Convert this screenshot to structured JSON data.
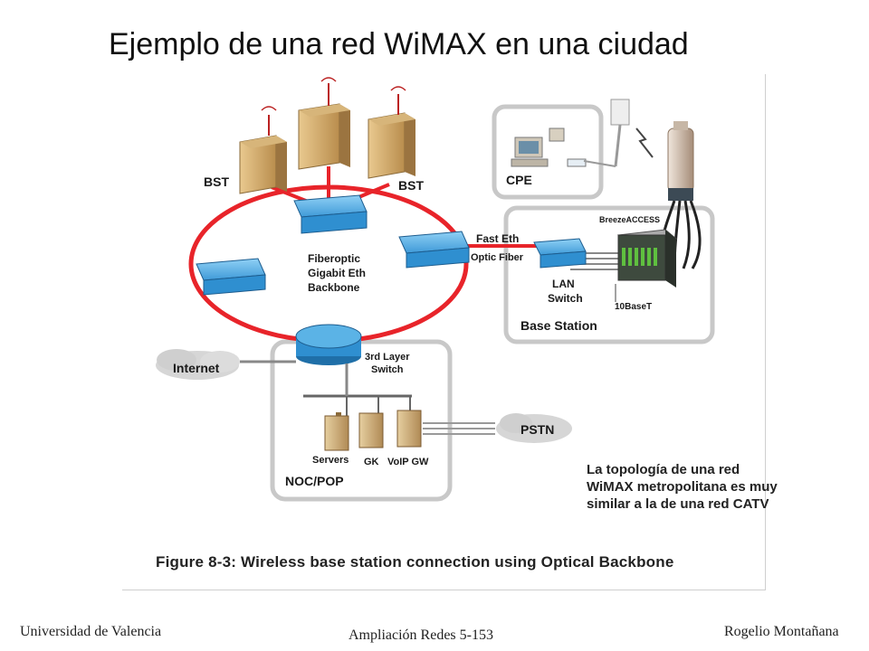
{
  "title": "Ejemplo de una red WiMAX en una ciudad",
  "diagram": {
    "labels": {
      "bst_left": "BST",
      "bst_right": "BST",
      "backbone_line1": "Fiberoptic",
      "backbone_line2": "Gigabit Eth",
      "backbone_line3": "Backbone",
      "fast_eth": "Fast Eth",
      "optic_fiber": "Optic Fiber",
      "cpe": "CPE",
      "breeze": "BreezeACCESS",
      "lan_line1": "LAN",
      "lan_line2": "Switch",
      "tenbase": "10BaseT",
      "base_station": "Base Station",
      "internet": "Internet",
      "layer3_line1": "3rd Layer",
      "layer3_line2": "Switch",
      "pstn": "PSTN",
      "servers": "Servers",
      "gk": "GK",
      "voip": "VoIP GW",
      "noc": "NOC/POP"
    },
    "caption": "Figure 8-3: Wireless base station connection using Optical Backbone"
  },
  "note": {
    "line1": "La topología de una red",
    "line2": "WiMAX metropolitana es muy",
    "line3": "similar a la de una red CATV"
  },
  "footer": {
    "left": "Universidad de Valencia",
    "center": "Ampliación Redes 5-153",
    "right": "Rogelio Montañana"
  },
  "colors": {
    "ring": "#e8242a",
    "switch": "#2f8fd0",
    "panel_border": "#c8c8c8"
  }
}
